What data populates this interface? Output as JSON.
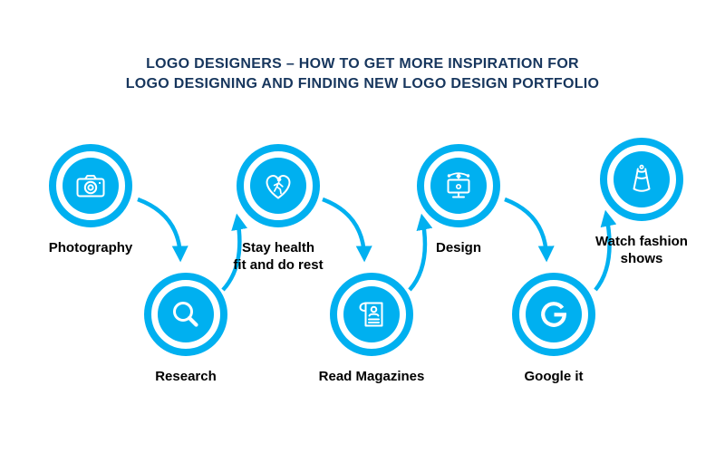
{
  "title": {
    "line1": "LOGO DESIGNERS – HOW TO GET MORE INSPIRATION FOR",
    "line2": "LOGO DESIGNING AND FINDING NEW LOGO DESIGN PORTFOLIO"
  },
  "colors": {
    "accent_cyan": "#00B0F0",
    "title_text": "#17365D",
    "label_text": "#000000",
    "background": "#FFFFFF"
  },
  "steps": [
    {
      "label": "Photography",
      "icon": "camera-icon",
      "lines": [
        "Photography"
      ]
    },
    {
      "label": "Research",
      "icon": "magnifier-icon",
      "lines": [
        "Research"
      ]
    },
    {
      "label": "Stay health fit and do rest",
      "icon": "heart-walk-icon",
      "lines": [
        "Stay health",
        "fit and do rest"
      ]
    },
    {
      "label": "Read Magazines",
      "icon": "magazine-icon",
      "lines": [
        "Read Magazines"
      ]
    },
    {
      "label": "Design",
      "icon": "pen-tool-monitor-icon",
      "lines": [
        "Design"
      ]
    },
    {
      "label": "Google it",
      "icon": "google-g-icon",
      "lines": [
        "Google it"
      ]
    },
    {
      "label": "Watch fashion shows",
      "icon": "dress-icon",
      "lines": [
        "Watch fashion",
        "shows"
      ]
    }
  ]
}
